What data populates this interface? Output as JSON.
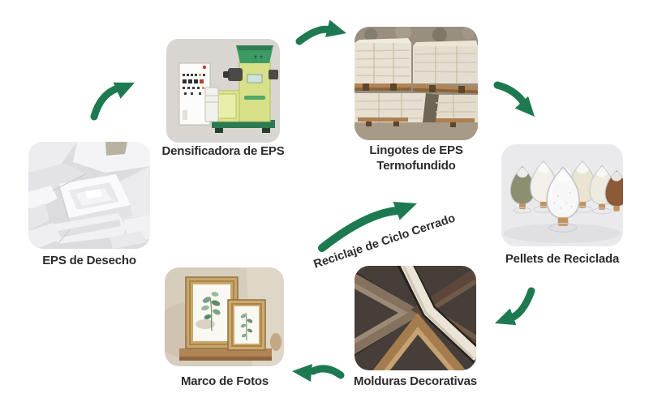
{
  "diagram": {
    "center": {
      "label": "Reciclaje de Ciclo Cerrado"
    },
    "colors": {
      "arrow_green": "#1d7a50",
      "label_text": "#2c2c2c",
      "background": "#ffffff",
      "machine_card_bg": "#d9d6d1"
    },
    "nodes": [
      {
        "id": "eps-de-desecho",
        "label": "EPS de Desecho",
        "depicts": "pile of white waste EPS foam packaging"
      },
      {
        "id": "densificadora-de-eps",
        "label": "Densificadora de EPS",
        "depicts": "EPS densifier machine with white control cabinet"
      },
      {
        "id": "lingotes-de-eps",
        "label": "Lingotes de EPS\nTermofundido",
        "depicts": "stacked thermofused EPS ingots on wooden pallets"
      },
      {
        "id": "pellets-de-reciclada",
        "label": "Pellets de Reciclada",
        "depicts": "six egg-shaped jars of recycled pellets in different colors"
      },
      {
        "id": "molduras-decorativas",
        "label": "Molduras Decorativas",
        "depicts": "decorative picture-frame moulding corner samples"
      },
      {
        "id": "marco-de-fotos",
        "label": "Marco de Fotos",
        "depicts": "two gold photo frames with botanical prints on a shelf"
      }
    ],
    "arrows": [
      {
        "from": "eps-de-desecho",
        "to": "densificadora-de-eps"
      },
      {
        "from": "densificadora-de-eps",
        "to": "lingotes-de-eps"
      },
      {
        "from": "lingotes-de-eps",
        "to": "pellets-de-reciclada"
      },
      {
        "from": "pellets-de-reciclada",
        "to": "molduras-decorativas"
      },
      {
        "from": "molduras-decorativas",
        "to": "marco-de-fotos"
      },
      {
        "from": "marco-de-fotos",
        "to": "center"
      }
    ]
  }
}
